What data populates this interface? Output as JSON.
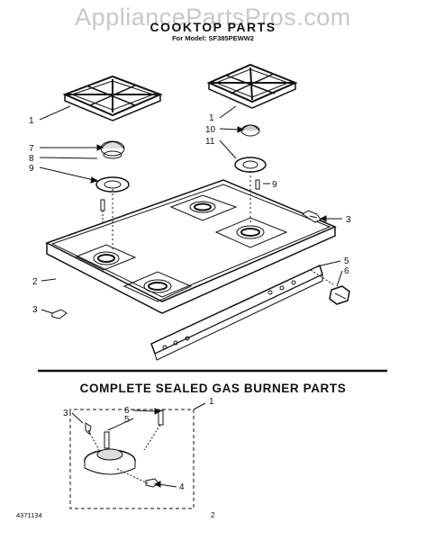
{
  "watermark": "AppliancePartsPros.com",
  "header": {
    "title": "COOKTOP PARTS",
    "model": "For Model: SF385PEWW2"
  },
  "callouts": {
    "c1a": "1",
    "c7": "7",
    "c8": "8",
    "c9a": "9",
    "c1b": "1",
    "c10": "10",
    "c11": "11",
    "c9b": "9",
    "c3a": "3",
    "c5": "5",
    "c6": "6",
    "c2": "2",
    "c3b": "3"
  },
  "burner_section": {
    "title": "COMPLETE SEALED GAS BURNER PARTS",
    "callouts": {
      "c1": "1",
      "c3": "3",
      "c6": "6",
      "c5": "5",
      "c4": "4"
    }
  },
  "footer": {
    "doc_number": "4371134",
    "page": "2"
  }
}
